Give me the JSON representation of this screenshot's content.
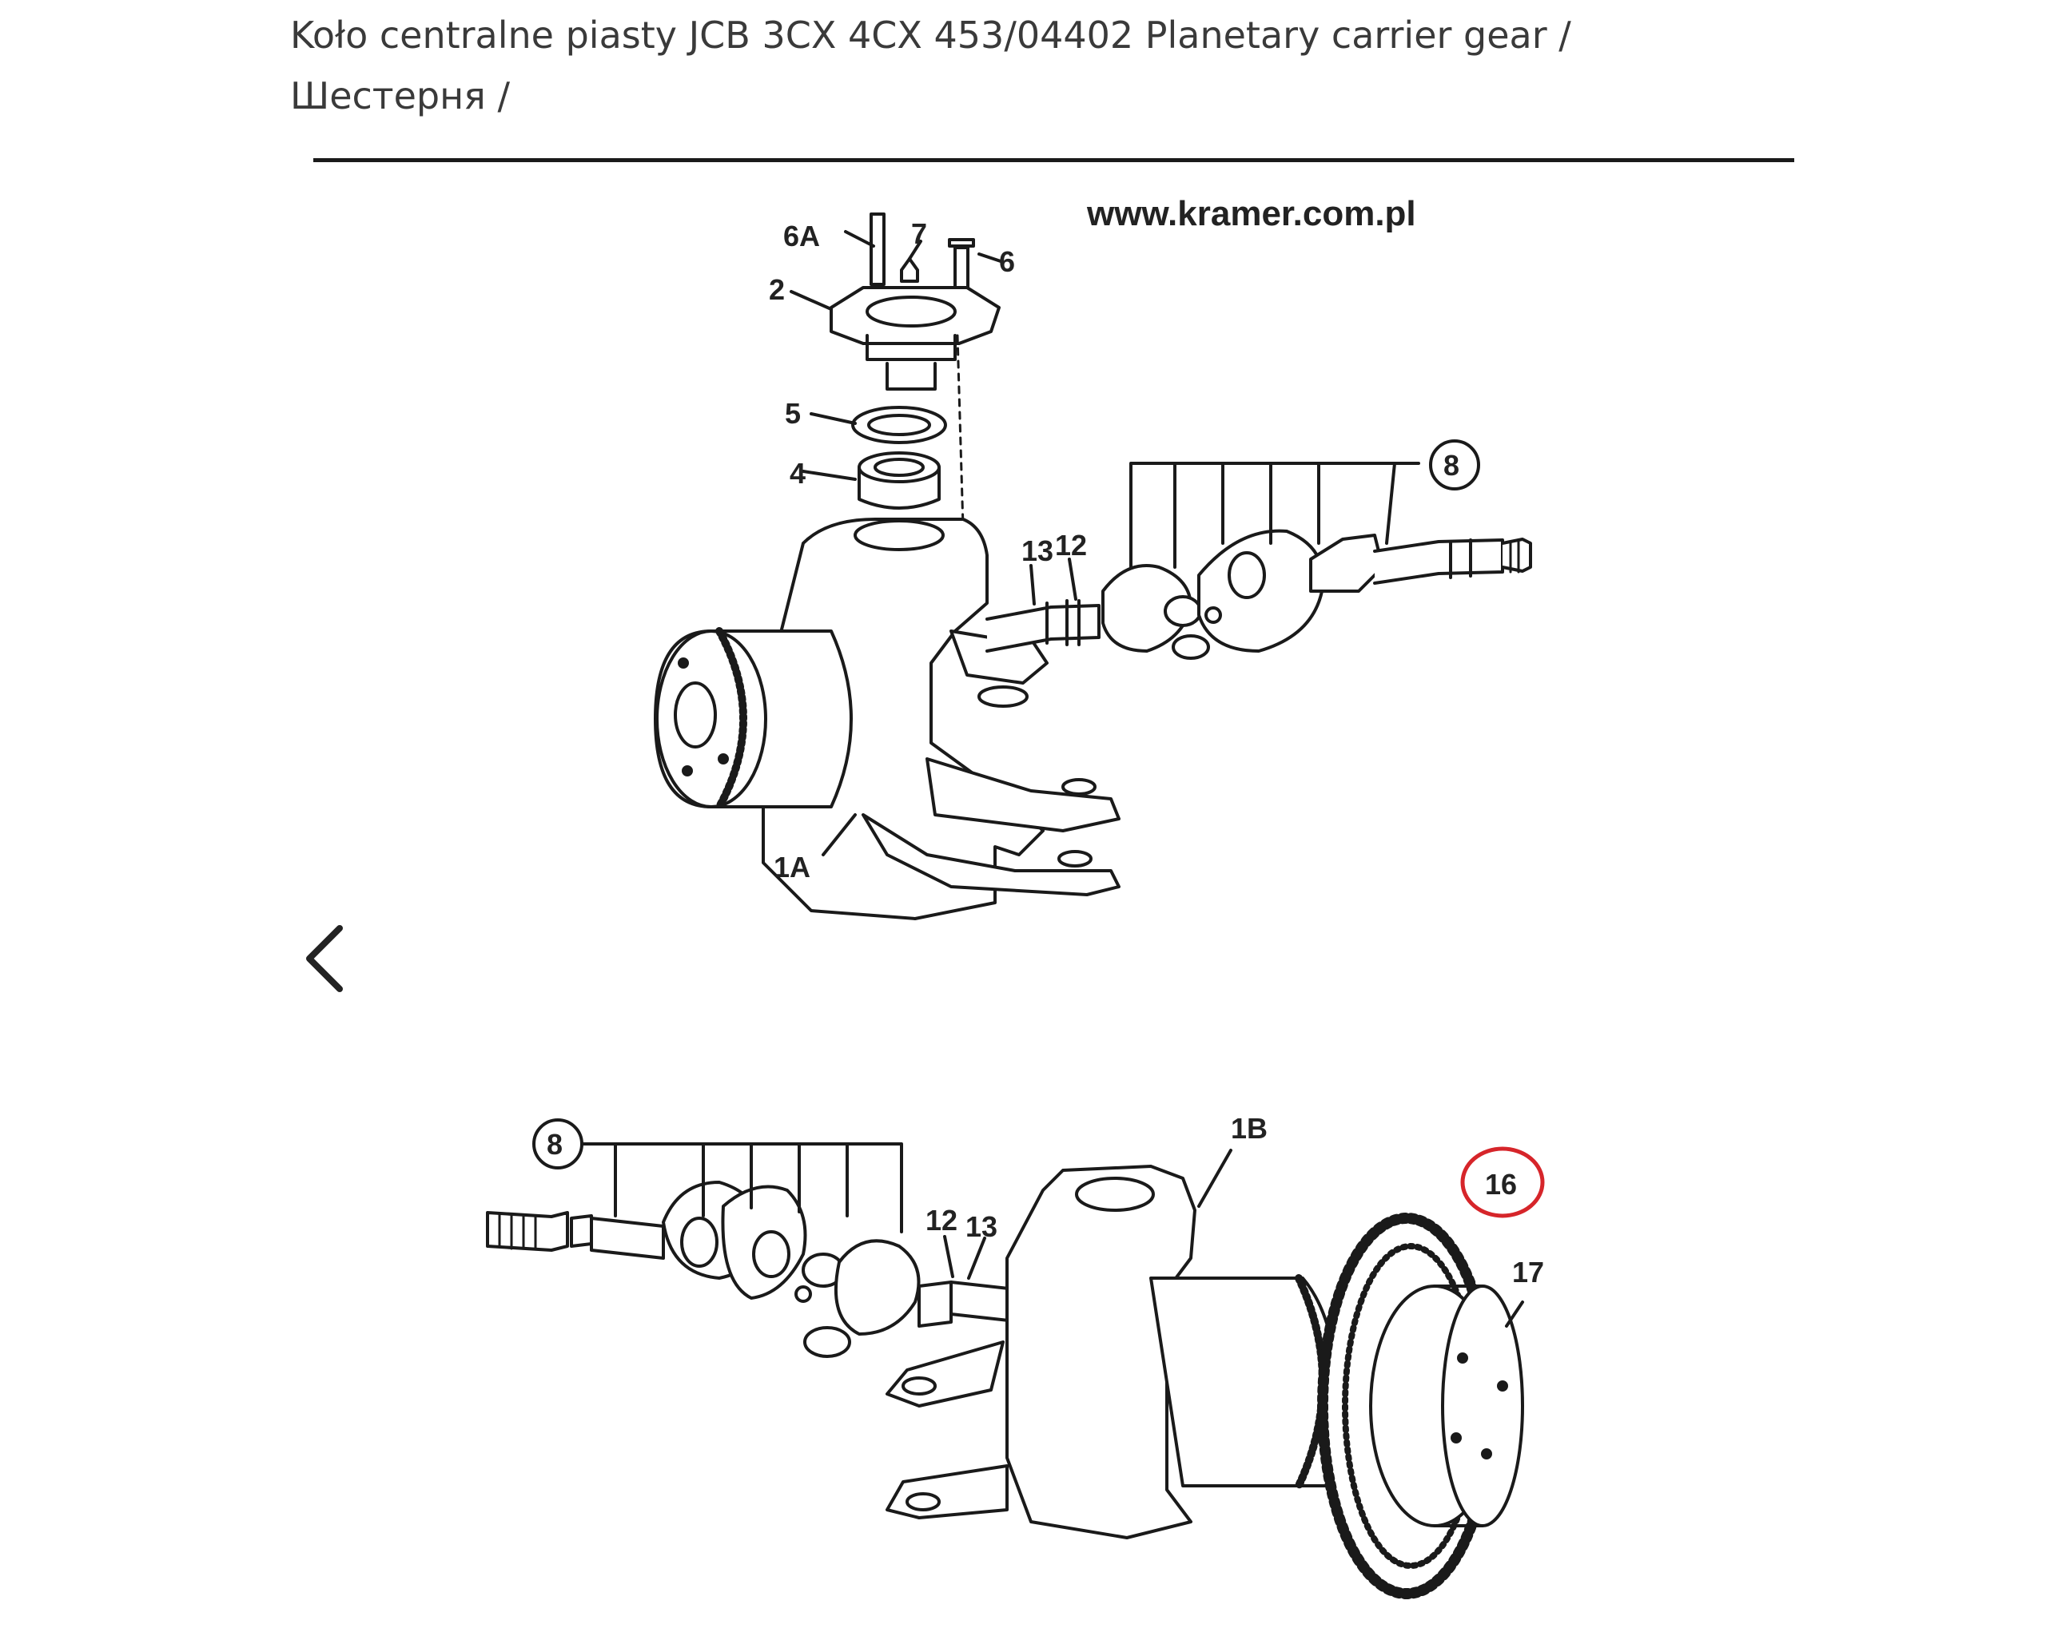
{
  "product": {
    "title": "Koło centralne piasty JCB 3CX 4CX 453/04402 Planetary carrier gear / Шестерня /"
  },
  "gallery": {
    "prev_icon": "chevron-left-icon",
    "image": {
      "watermark_url": "www.kramer.com.pl",
      "top_labels": [
        "6A",
        "7",
        "6",
        "2",
        "5",
        "4",
        "8",
        "13",
        "12",
        "1A"
      ],
      "bottom_labels": [
        "8",
        "12",
        "13",
        "1B",
        "16",
        "17"
      ],
      "highlight_color": "#d6252a"
    }
  }
}
